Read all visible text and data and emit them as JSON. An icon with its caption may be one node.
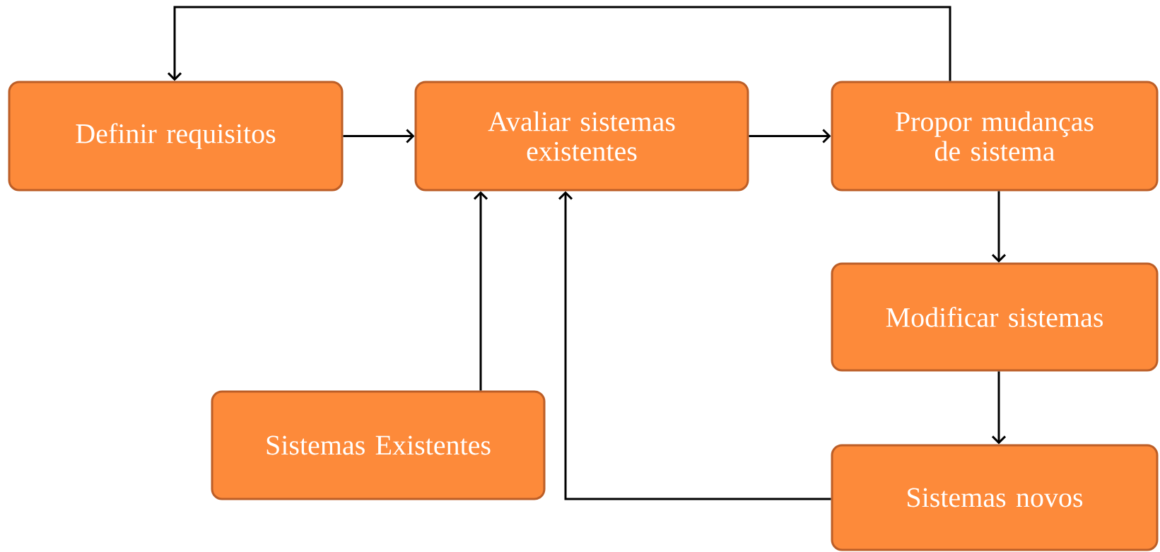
{
  "diagram": {
    "nodes": [
      {
        "text": [
          "Definir requisitos"
        ]
      },
      {
        "text": [
          "Avaliar sistemas existentes"
        ]
      },
      {
        "text": [
          "Propor mudanças de sistema"
        ]
      },
      {
        "text": [
          "Modificar sistemas"
        ]
      },
      {
        "text": [
          "Sistemas novos"
        ]
      },
      {
        "text": [
          "Sistemas Existentes"
        ]
      }
    ],
    "edges": [
      {
        "from": 0,
        "to": 1,
        "arrow": "to"
      },
      {
        "from": 1,
        "to": 2,
        "arrow": "to"
      },
      {
        "from": 2,
        "to": 0,
        "arrow": "to"
      },
      {
        "from": 2,
        "to": 3,
        "arrow": "to"
      },
      {
        "from": 3,
        "to": 4,
        "arrow": "to"
      },
      {
        "from": 5,
        "to": 1,
        "arrow": "to"
      },
      {
        "from": 4,
        "to": 1,
        "arrow": "to"
      }
    ]
  }
}
